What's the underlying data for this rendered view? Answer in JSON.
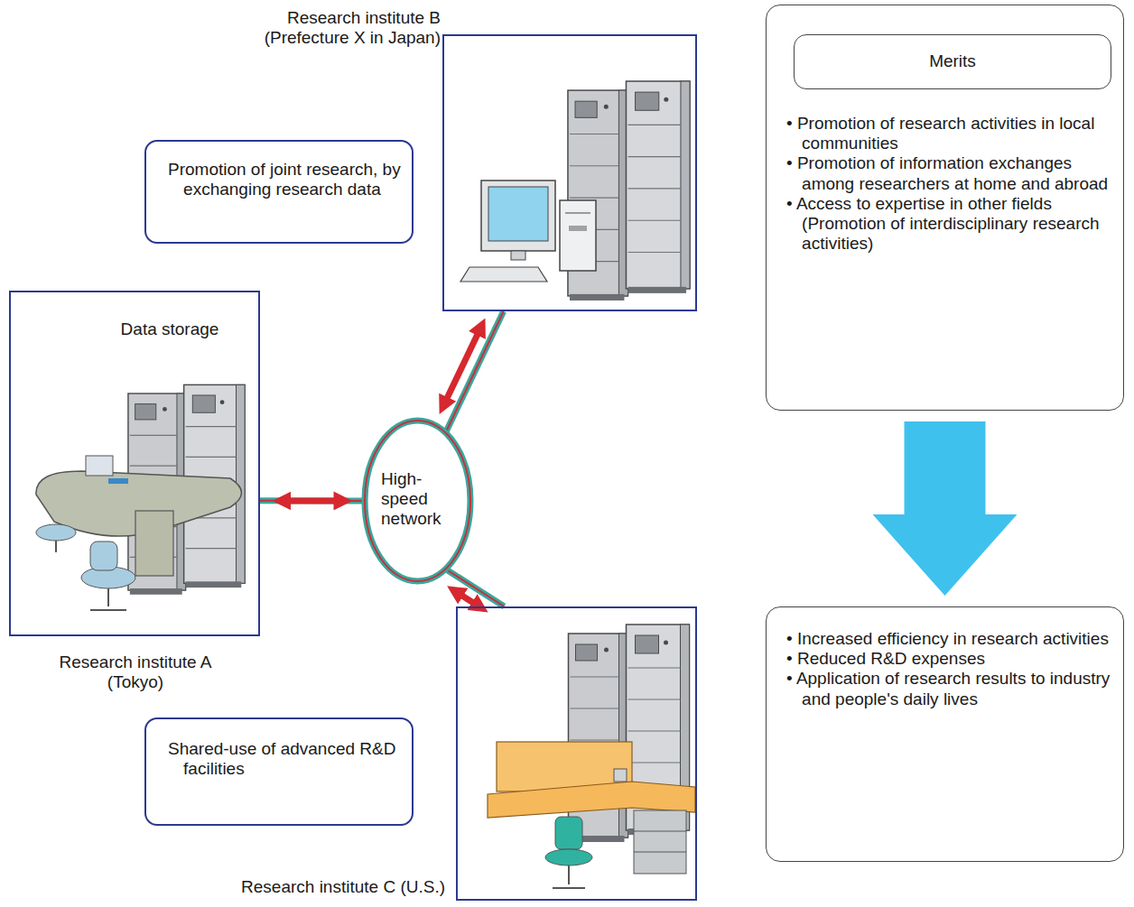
{
  "diagram": {
    "nodes": [
      {
        "text": [
          "Research institute B (Prefecture X in Japan)"
        ]
      },
      {
        "text": [
          "Promotion of joint research, by exchanging research data"
        ]
      },
      {
        "text": [
          "Data storage",
          "Research institute A (Tokyo)"
        ]
      },
      {
        "text": [
          "High-speed network"
        ]
      },
      {
        "text": [
          "Shared-use of advanced R&D facilities"
        ]
      },
      {
        "text": [
          "Research institute C (U.S.)"
        ]
      },
      {
        "text": [
          "• Promotion of research activities in local communities",
          "• Promotion of information exchanges among researchers at home and abroad",
          "• Access to expertise in other fields (Promotion of interdisciplinary research activities)"
        ]
      },
      {
        "text": [
          "Merits"
        ],
        "in": 6
      },
      {
        "text": [
          "• Increased efficiency in research activities",
          "• Reduced R&D expenses",
          "• Application of research results to industry and people's daily lives"
        ]
      }
    ],
    "edges": [
      {
        "from": 2,
        "to": 3,
        "arrow": "both"
      },
      {
        "from": 0,
        "to": 3,
        "arrow": "both"
      },
      {
        "from": 5,
        "to": 3,
        "arrow": "both"
      },
      {
        "from": 6,
        "to": 8,
        "arrow": "to"
      }
    ]
  }
}
